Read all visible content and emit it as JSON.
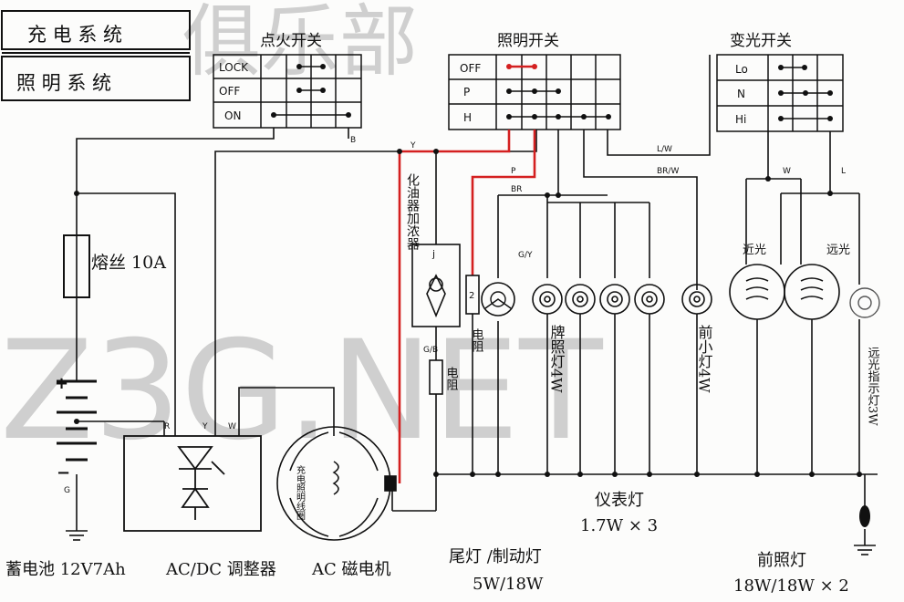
{
  "legend": {
    "charging_system": "充 电 系 统",
    "lighting_system": "照 明 系 统"
  },
  "watermark": {
    "top": "俱乐部",
    "middle": "Z3G.NET"
  },
  "ignition_switch": {
    "title": "点火开关",
    "rows": [
      "LOCK",
      "OFF",
      "ON"
    ],
    "wire_label": "B"
  },
  "lighting_switch": {
    "title": "照明开关",
    "rows": [
      "OFF",
      "P",
      "H"
    ]
  },
  "dimmer_switch": {
    "title": "变光开关",
    "rows": [
      "Lo",
      "N",
      "Hi"
    ]
  },
  "wire_labels": {
    "y": "Y",
    "lw": "L/W",
    "brw": "BR/W",
    "p": "P",
    "br": "BR",
    "w": "W",
    "l": "L",
    "gy": "G/Y",
    "gb": "G/B",
    "r": "R",
    "y2": "Y",
    "w2": "W",
    "b": "B",
    "g": "G"
  },
  "fuse": {
    "label": "熔丝 10A"
  },
  "carb_heater": {
    "label": "化油器加浓器",
    "code": "j"
  },
  "resistor_1": {
    "label": "电阻",
    "code": "2"
  },
  "resistor_2": {
    "label": "电阻"
  },
  "license_lamp": {
    "label": "牌照灯4W"
  },
  "front_position_lamp": {
    "label": "前小灯4W"
  },
  "headlamp_low": "近光",
  "headlamp_high": "远光",
  "high_beam_indicator": {
    "label": "远光指示灯3W"
  },
  "magneto_coil_label": "充电照明线圈",
  "battery_polarity": {
    "plus": "+",
    "minus": "−"
  },
  "captions": {
    "battery": "蓄电池 12V7Ah",
    "regulator": "AC/DC 调整器",
    "magneto": "AC 磁电机",
    "tail_lamp_title": "尾灯 /制动灯",
    "tail_lamp_rating": "5W/18W",
    "meter_lamp_title": "仪表灯",
    "meter_lamp_rating": "1.7W × 3",
    "headlamp_title": "前照灯",
    "headlamp_rating": "18W/18W × 2"
  },
  "colors": {
    "highlight_wire": "#d42020",
    "ink": "#111111"
  }
}
